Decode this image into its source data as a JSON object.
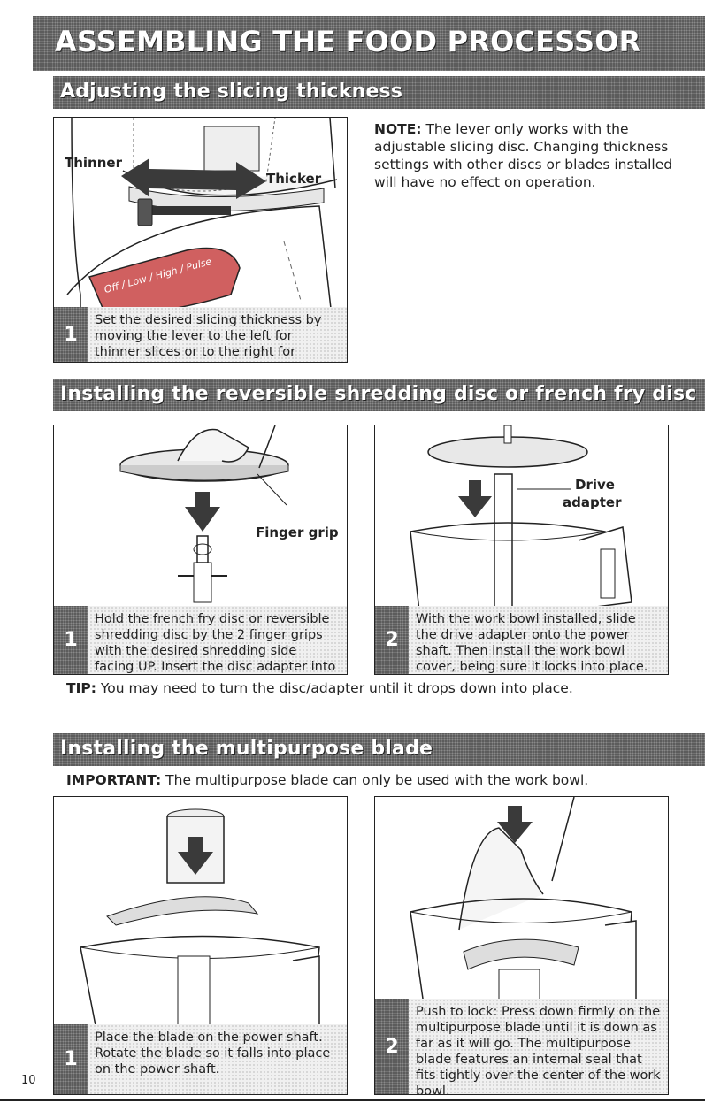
{
  "title": "ASSEMBLING THE FOOD PROCESSOR",
  "section1": {
    "heading": "Adjusting the slicing thickness",
    "labels": {
      "thinner": "Thinner",
      "thicker": "Thicker"
    },
    "control_labels": [
      "Off",
      "Low",
      "High",
      "Pulse"
    ],
    "step": {
      "number": "1",
      "text": "Set the desired slicing thickness by moving the lever to the left for thinner slices or to the right for thicker slices."
    },
    "note_label": "NOTE:",
    "note_text": " The lever only works with the adjustable slicing disc. Changing thickness settings with other discs or blades installed will have no effect on operation."
  },
  "section2": {
    "heading": "Installing the reversible shredding disc or french fry disc",
    "label_finger_grip": "Finger grip",
    "label_drive": "Drive",
    "label_adapter": "adapter",
    "step1": {
      "number": "1",
      "text": "Hold the french fry disc or reversible shredding disc by the 2 finger grips with the desired shredding side facing UP. Insert the disc adapter into the hole in the bottom of the disc."
    },
    "step2": {
      "number": "2",
      "text": "With the work bowl installed, slide the drive adapter onto the power shaft. Then install the work bowl cover, being sure it locks into place."
    },
    "tip_label": "TIP:",
    "tip_text": " You may need to turn the disc/adapter until it drops down into place."
  },
  "section3": {
    "heading": "Installing the multipurpose blade",
    "important_label": "IMPORTANT:",
    "important_text": " The multipurpose blade can only be used with the work bowl.",
    "step1": {
      "number": "1",
      "text": "Place the blade on the power shaft. Rotate the blade so it falls into place on the power shaft."
    },
    "step2": {
      "number": "2",
      "text": "Push to lock: Press down firmly on the multipurpose blade until it is down as far as it will go. The multipurpose blade features an internal seal that fits tightly over the center of the work bowl."
    }
  },
  "page_number": "10",
  "colors": {
    "band": "#5a5a5a",
    "step_box": "#f0f0f0",
    "red_button": "#d06060",
    "arrow": "#3a3a3a"
  }
}
